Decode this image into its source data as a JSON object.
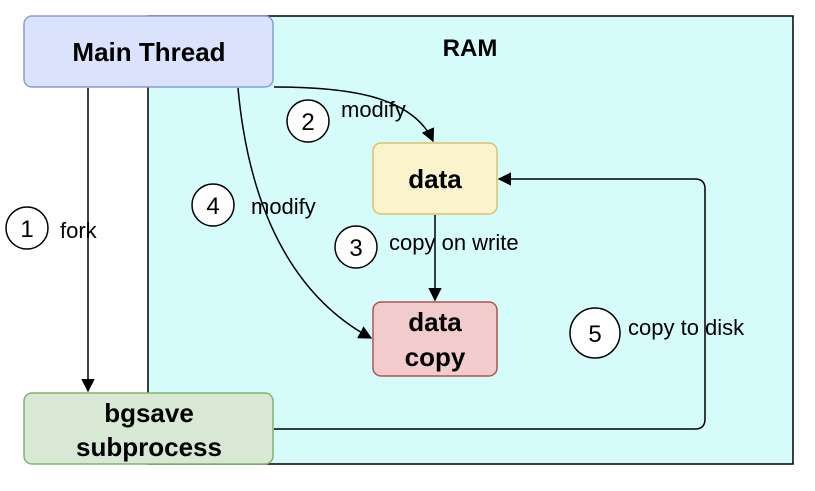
{
  "nodes": {
    "ram": {
      "label": "RAM",
      "fill": "#d6fbfb",
      "stroke": "#000000"
    },
    "main_thread": {
      "label": "Main Thread",
      "fill": "#dae3fb",
      "stroke": "#8a9bd6"
    },
    "data": {
      "label": "data",
      "fill": "#fbf3cc",
      "stroke": "#d9c36b"
    },
    "data_copy": {
      "line1": "data",
      "line2": "copy",
      "fill": "#f2cccc",
      "stroke": "#b05252"
    },
    "bgsave": {
      "line1": "bgsave",
      "line2": "subprocess",
      "fill": "#d8e8d4",
      "stroke": "#7fb36f"
    }
  },
  "edges": {
    "fork": {
      "step": "1",
      "label": "fork"
    },
    "modify_data": {
      "step": "2",
      "label": "modify"
    },
    "copy_on_write": {
      "step": "3",
      "label": "copy on write"
    },
    "modify_copy": {
      "step": "4",
      "label": "modify"
    },
    "copy_to_disk": {
      "step": "5",
      "label": "copy to disk"
    }
  }
}
